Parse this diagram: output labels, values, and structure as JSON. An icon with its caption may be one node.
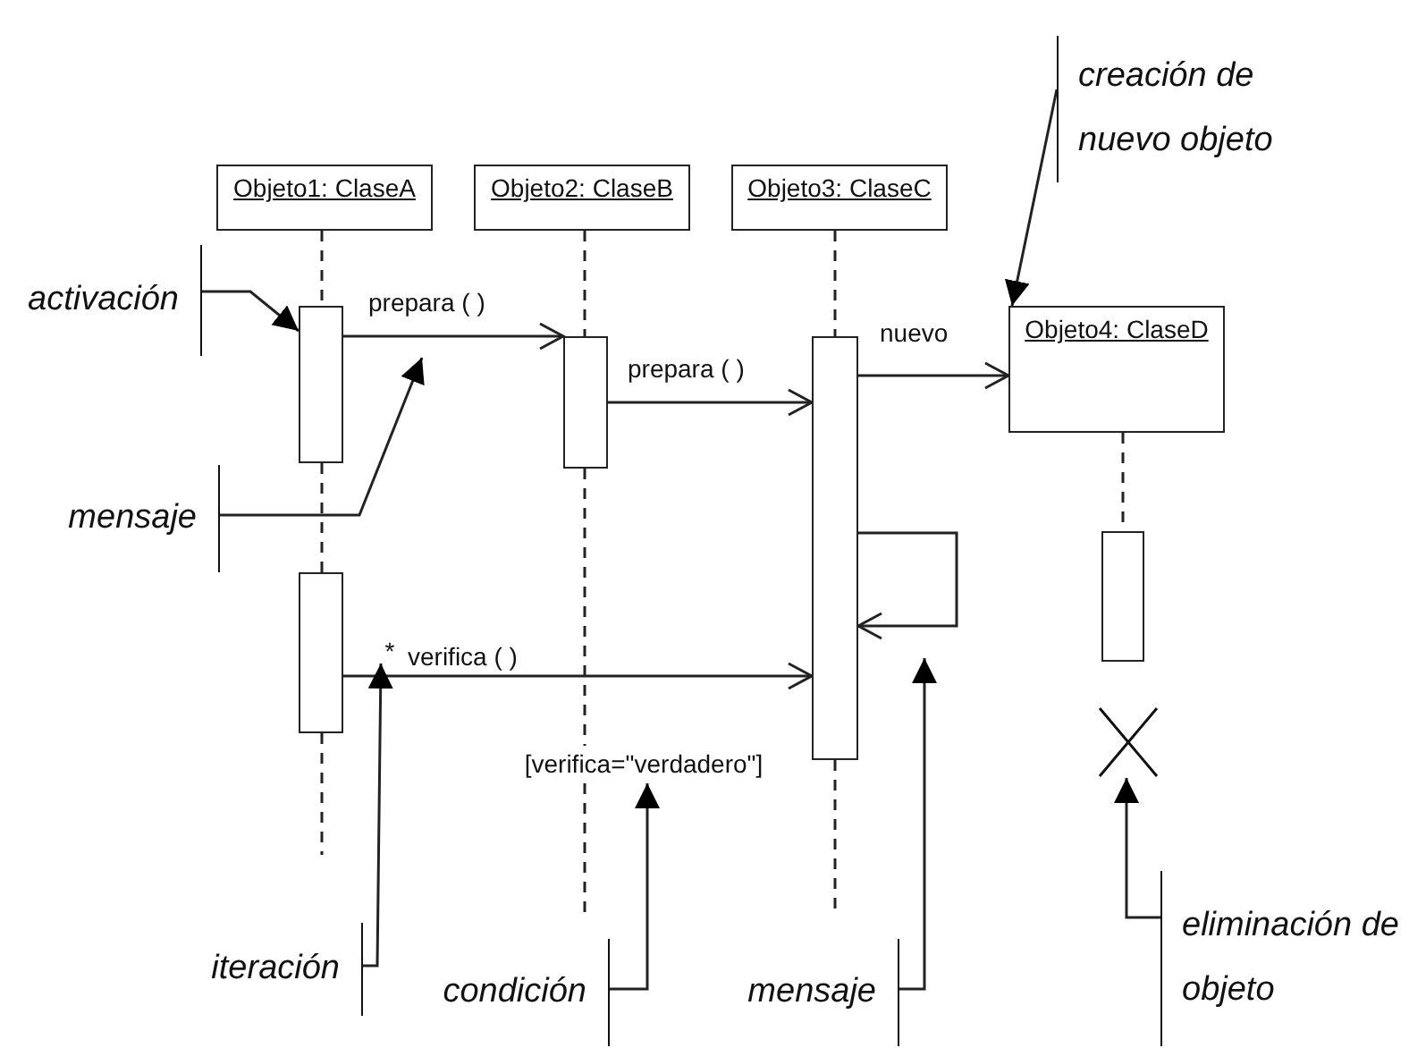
{
  "diagram": {
    "nodes": [
      {
        "text": [
          "Objeto1: ClaseA"
        ]
      },
      {
        "text": [
          "Objeto2: ClaseB"
        ]
      },
      {
        "text": [
          "Objeto3: ClaseC"
        ]
      },
      {
        "text": [
          "Objeto4: ClaseD"
        ]
      },
      {
        "text": [],
        "shape": "bar"
      },
      {
        "text": [],
        "shape": "bar"
      },
      {
        "text": [],
        "shape": "bar"
      },
      {
        "text": [],
        "shape": "bar"
      },
      {
        "text": [],
        "shape": "bar"
      },
      {
        "text": [],
        "shape": "cross"
      },
      {
        "text": [
          "activación"
        ]
      },
      {
        "text": [
          "mensaje"
        ]
      },
      {
        "text": [
          "creación de nuevo objeto"
        ]
      },
      {
        "text": [
          "iteración"
        ]
      },
      {
        "text": [
          "condición"
        ]
      },
      {
        "text": [
          "[verifica=\"verdadero\"]"
        ]
      },
      {
        "text": [
          "mensaje"
        ]
      },
      {
        "text": [
          "eliminación de objeto"
        ]
      },
      {
        "text": [
          "*"
        ]
      }
    ],
    "edges": [
      {
        "from": 10,
        "to": 4,
        "arrow": "to"
      },
      {
        "from": 4,
        "to": 5,
        "arrow": "to",
        "label": "prepara ( )"
      },
      {
        "from": 5,
        "to": 6,
        "arrow": "to",
        "label": "prepara ( )"
      },
      {
        "from": 6,
        "to": 3,
        "arrow": "to",
        "label": "nuevo"
      },
      {
        "from": 6,
        "to": 6,
        "arrow": "to"
      },
      {
        "from": 7,
        "to": 6,
        "arrow": "to",
        "label": "verifica ( )"
      },
      {
        "from": 11,
        "to": null,
        "arrow": "to"
      },
      {
        "from": 12,
        "to": 3,
        "arrow": "to"
      },
      {
        "from": 13,
        "to": 18,
        "arrow": "to"
      },
      {
        "from": 14,
        "to": 15,
        "arrow": "to"
      },
      {
        "from": 16,
        "to": null,
        "arrow": "to"
      },
      {
        "from": 17,
        "to": 9,
        "arrow": "to"
      },
      {
        "from": 0,
        "to": 4,
        "arrow": "none",
        "style": "dashed"
      },
      {
        "from": 4,
        "to": 7,
        "arrow": "none",
        "style": "dashed"
      },
      {
        "from": 7,
        "to": null,
        "arrow": "none",
        "style": "dashed"
      },
      {
        "from": 1,
        "to": 5,
        "arrow": "none",
        "style": "dashed"
      },
      {
        "from": 5,
        "to": null,
        "arrow": "none",
        "style": "dashed"
      },
      {
        "from": 2,
        "to": 6,
        "arrow": "none",
        "style": "dashed"
      },
      {
        "from": 6,
        "to": null,
        "arrow": "none",
        "style": "dashed"
      },
      {
        "from": 3,
        "to": 8,
        "arrow": "none",
        "style": "dashed"
      }
    ]
  }
}
